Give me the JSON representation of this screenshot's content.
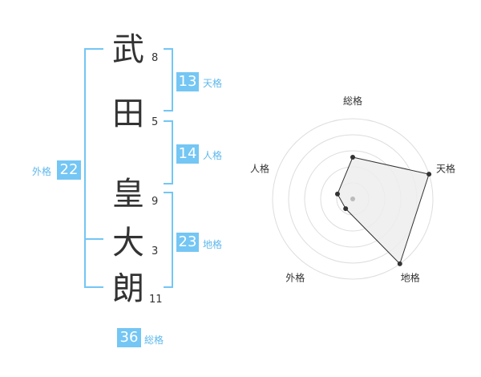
{
  "name": {
    "chars": [
      {
        "char": "武",
        "strokes": "8"
      },
      {
        "char": "田",
        "strokes": "5"
      },
      {
        "char": "皇",
        "strokes": "9"
      },
      {
        "char": "大",
        "strokes": "3"
      },
      {
        "char": "朗",
        "strokes": "11"
      }
    ]
  },
  "fortune": {
    "tenkaku": {
      "value": "13",
      "label": "天格"
    },
    "jinkaku": {
      "value": "14",
      "label": "人格"
    },
    "chikaku": {
      "value": "23",
      "label": "地格"
    },
    "gaikaku": {
      "value": "22",
      "label": "外格"
    },
    "soukaku": {
      "value": "36",
      "label": "総格"
    }
  },
  "colors": {
    "accent": "#74c6f4",
    "label": "#5fb8ec",
    "text": "#333333",
    "radar_fill": "#ededed",
    "radar_grid": "#dddddd"
  },
  "chart_data": {
    "type": "radar",
    "axes": [
      "総格",
      "天格",
      "地格",
      "外格",
      "人格"
    ],
    "levels": 5,
    "max": 5,
    "values": [
      2.6,
      5,
      5,
      0.75,
      1
    ]
  }
}
